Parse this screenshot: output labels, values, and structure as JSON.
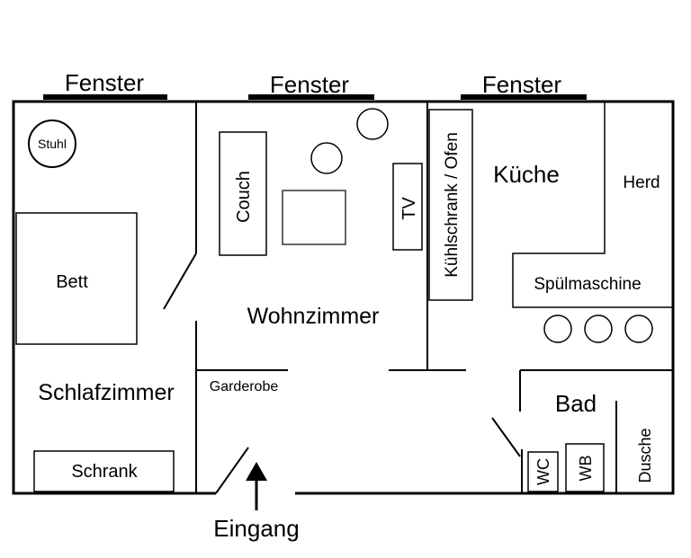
{
  "windows": [
    "Fenster",
    "Fenster",
    "Fenster"
  ],
  "rooms": {
    "bedroom": "Schlafzimmer",
    "living_room": "Wohnzimmer",
    "kitchen": "Küche",
    "bathroom": "Bad"
  },
  "furniture": {
    "chair": "Stuhl",
    "bed": "Bett",
    "wardrobe": "Schrank",
    "couch": "Couch",
    "tv": "TV",
    "cloakroom": "Garderobe",
    "fridge_oven": "Kühlschrank / Ofen",
    "stove": "Herd",
    "dishwasher": "Spülmaschine",
    "toilet": "WC",
    "washbasin": "WB",
    "shower": "Dusche"
  },
  "entrance": "Eingang"
}
